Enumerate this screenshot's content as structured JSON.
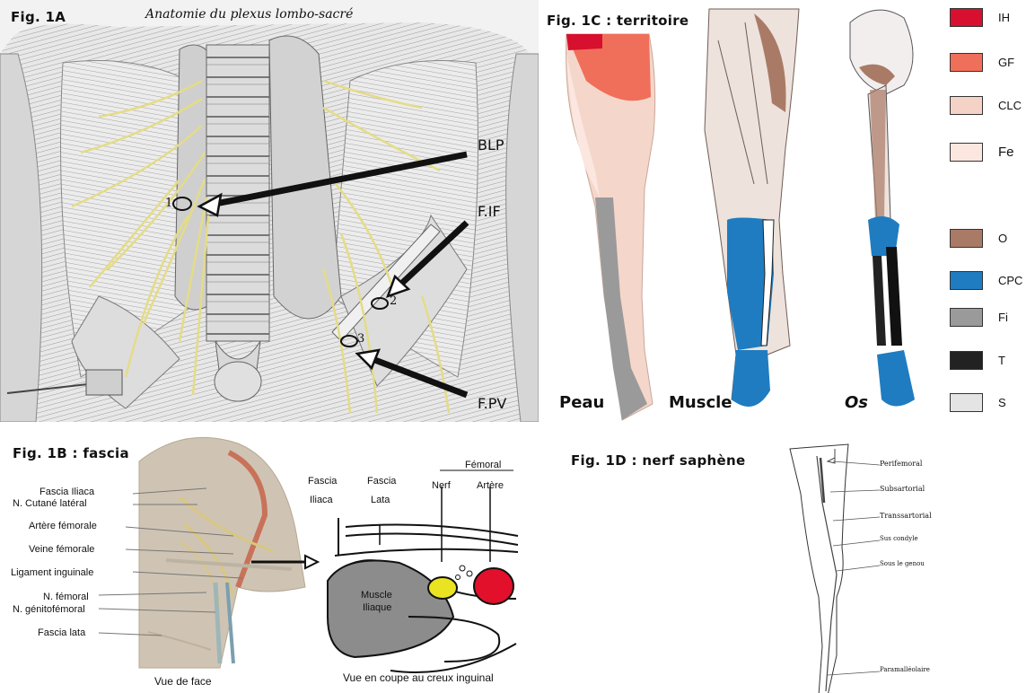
{
  "fig1a": {
    "label": "Fig. 1A",
    "title": "Anatomie du plexus lombo-sacré",
    "arrows": [
      "BLP",
      "F.IF",
      "F.PV"
    ],
    "markers": [
      "1",
      "2",
      "3"
    ]
  },
  "fig1b": {
    "label": "Fig. 1B : fascia",
    "left_labels": [
      "Fascia Iliaca",
      "N. Cutané latéral",
      "Artère fémorale",
      "Veine fémorale",
      "Ligament inguinale",
      "N. fémoral",
      "N. génitofémoral",
      "Fascia lata"
    ],
    "caption_left": "Vue de face",
    "section": {
      "fascia_iliaca_1": "Fascia",
      "fascia_iliaca_2": "Iliaca",
      "fascia_lata_1": "Fascia",
      "fascia_lata_2": "Lata",
      "femoral": "Fémoral",
      "nerf": "Nerf",
      "artere": "Artère",
      "muscle_1": "Muscle",
      "muscle_2": "Iliaque"
    },
    "caption_right": "Vue en coupe au creux inguinal"
  },
  "fig1c": {
    "label": "Fig. 1C : territoire",
    "views": [
      "Peau",
      "Muscle",
      "Os"
    ],
    "legend": [
      {
        "code": "IH",
        "color": "#d6102e"
      },
      {
        "code": "GF",
        "color": "#ef6f5a"
      },
      {
        "code": "CLC",
        "color": "#f4d2c6"
      },
      {
        "code": "Fe",
        "color": "#fbe7e0"
      },
      {
        "code": "O",
        "color": "#a97b66"
      },
      {
        "code": "CPC",
        "color": "#1f7cc1"
      },
      {
        "code": "Fi",
        "color": "#9a9a9a"
      },
      {
        "code": "T",
        "color": "#222222"
      },
      {
        "code": "S",
        "color": "#e4e4e4"
      }
    ]
  },
  "fig1d": {
    "label": "Fig. 1D : nerf saphène",
    "labels": [
      "Perifemoral",
      "Subsartorial",
      "Transsartorial",
      "Sus condyle",
      "Sous le genou",
      "Paramalléolaire"
    ]
  }
}
